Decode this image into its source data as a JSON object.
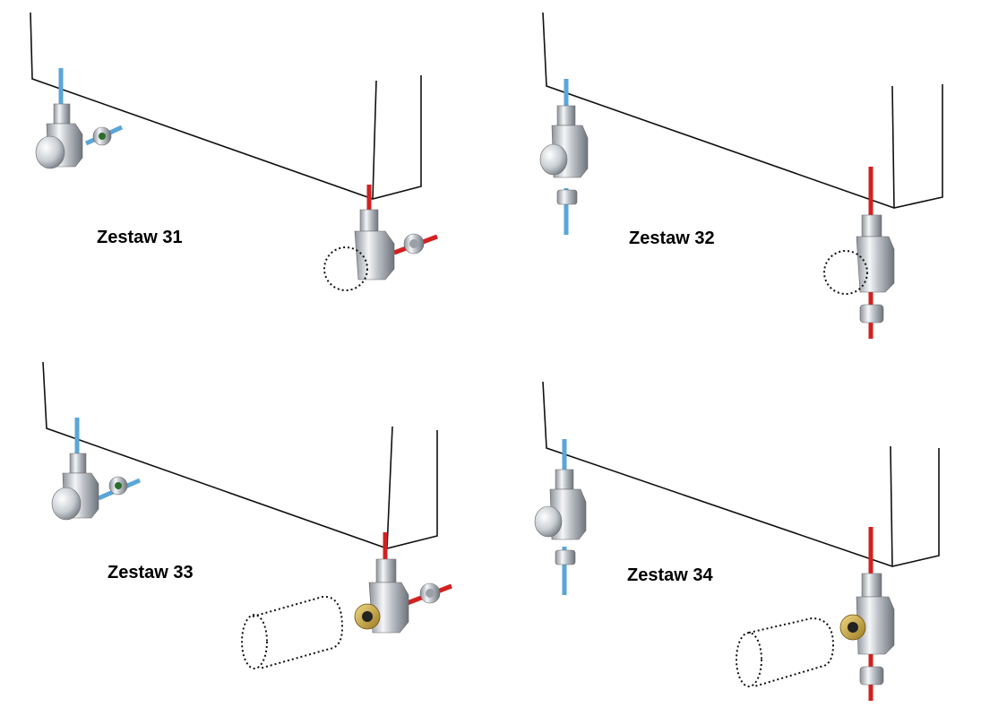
{
  "panels": [
    {
      "label": "Zestaw 31",
      "layout": "angle",
      "accessory": "handwheel-circle"
    },
    {
      "label": "Zestaw 32",
      "layout": "straight",
      "accessory": "handwheel-circle"
    },
    {
      "label": "Zestaw 33",
      "layout": "angle",
      "accessory": "thermostat-head"
    },
    {
      "label": "Zestaw 34",
      "layout": "straight",
      "accessory": "thermostat-head"
    }
  ],
  "colors": {
    "cold_pipe": "#5aa6d8",
    "hot_pipe": "#d42020",
    "chrome": "#c7cbd0",
    "brass": "#c9a43a",
    "outline": "#111111"
  }
}
